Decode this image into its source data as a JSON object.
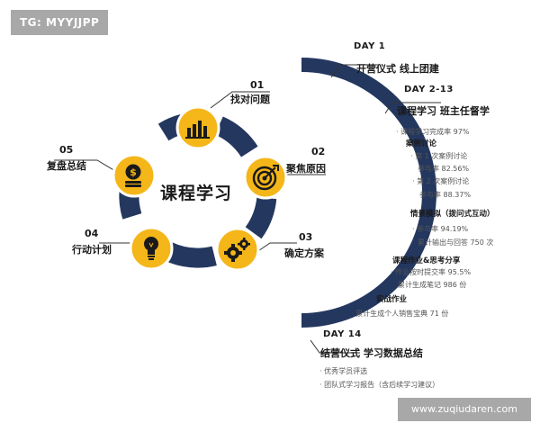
{
  "corner_tag": "TG: MYYJJPP",
  "watermark": "www.zuqiudaren.com",
  "center_title": "课程学习",
  "colors": {
    "navy": "#24375f",
    "gold": "#f4b619",
    "text": "#1a1a1a",
    "muted": "#555555",
    "tag_bg": "#a8a8a8"
  },
  "cycle": [
    {
      "num": "01",
      "label": "找对问题",
      "icon": "bar-chart-icon"
    },
    {
      "num": "02",
      "label": "聚焦原因",
      "icon": "target-icon"
    },
    {
      "num": "03",
      "label": "确定方案",
      "icon": "gears-icon"
    },
    {
      "num": "04",
      "label": "行动计划",
      "icon": "lightbulb-icon"
    },
    {
      "num": "05",
      "label": "复盘总结",
      "icon": "coins-icon"
    }
  ],
  "timeline": {
    "day1": {
      "day": "DAY 1",
      "title": "开营仪式  线上团建"
    },
    "day2": {
      "day": "DAY 2-13",
      "title": "课程学习  班主任督学",
      "lines": [
        "课程学习完成率 97%",
        "案例讨论",
        "第 1 次案例讨论",
        "参与率 82.56%",
        "第 2 次案例讨论",
        "参与率 88.37%",
        "情景模拟（拨问式互动）",
        "参与率 94.19%",
        "累计输出与回答 750 次",
        "课程作业&思考分享",
        "作业按时提交率 95.5%",
        "累计生成笔记 986 份",
        "实战作业",
        "累计生成个人销售宝典 71 份"
      ]
    },
    "day14": {
      "day": "DAY 14",
      "title": "结营仪式  学习数据总结",
      "lines": [
        "优秀学员评选",
        "团队式学习报告（含后续学习建议）"
      ]
    }
  }
}
